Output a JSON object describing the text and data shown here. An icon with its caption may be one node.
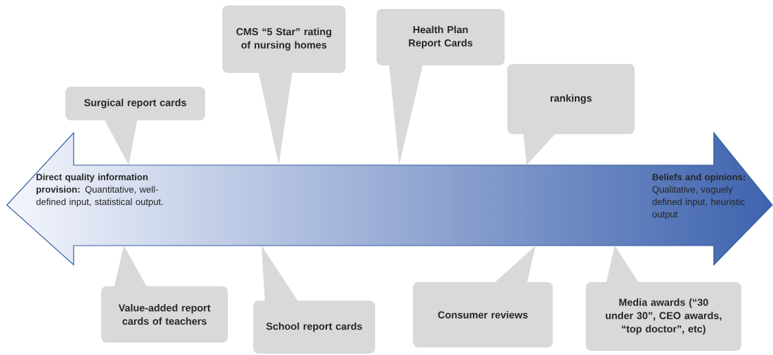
{
  "diagram": {
    "nodes": [
      {
        "text": [
          "**Direct quality information provision:** Quantitative, well-defined input, statistical output.",
          "**Beliefs and opinions:** Qualitative, vaguely defined input, heuristic output"
        ]
      },
      {
        "text": [
          "Surgical report cards"
        ]
      },
      {
        "text": [
          "CMS “5 Star” rating  of nursing homes"
        ]
      },
      {
        "text": [
          "Health Plan Report Cards"
        ]
      },
      {
        "text": [
          "rankings"
        ]
      },
      {
        "text": [
          "Value-added report cards of teachers"
        ]
      },
      {
        "text": [
          "School report cards"
        ]
      },
      {
        "text": [
          "Consumer reviews"
        ]
      },
      {
        "text": [
          "Media awards (“30 under 30”, CEO awards, “top doctor”, etc)"
        ]
      }
    ]
  }
}
